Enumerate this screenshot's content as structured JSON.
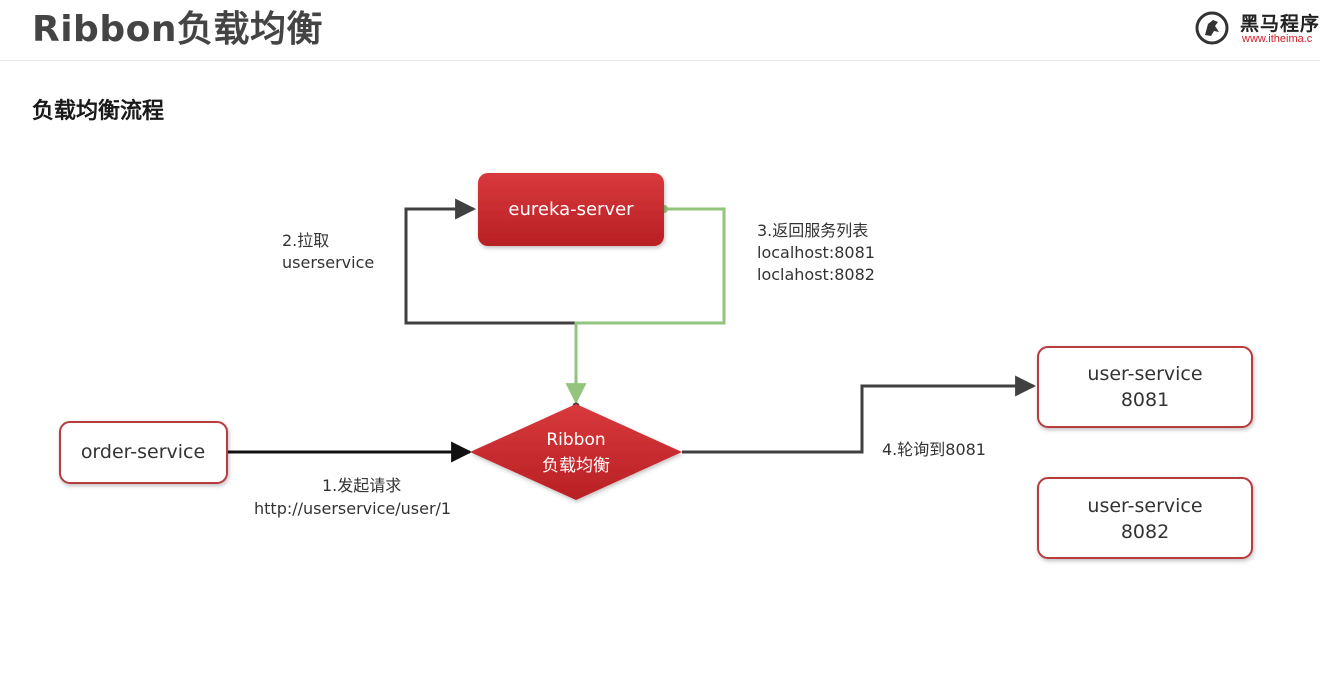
{
  "header": {
    "title": "Ribbon负载均衡",
    "logo": {
      "name": "黑马程序",
      "url": "www.itheima.c"
    }
  },
  "section": {
    "title": "负载均衡流程"
  },
  "diagram": {
    "nodes": {
      "eureka_server": "eureka-server",
      "order_service": "order-service",
      "ribbon": {
        "line1": "Ribbon",
        "line2": "负载均衡"
      },
      "user_service_1": {
        "line1": "user-service",
        "line2": "8081"
      },
      "user_service_2": {
        "line1": "user-service",
        "line2": "8082"
      }
    },
    "edges": {
      "step1": {
        "line1": "1.发起请求",
        "line2": "http://userservice/user/1"
      },
      "step2": {
        "line1": "2.拉取",
        "line2": "userservice"
      },
      "step3": {
        "line1": "3.返回服务列表",
        "line2": "localhost:8081",
        "line3": "loclahost:8082"
      },
      "step4": {
        "line1": "4.轮询到8081"
      }
    },
    "colors": {
      "server_red": "#c8282c",
      "box_border": "#b83a3c",
      "pull_arrow": "#404040",
      "return_arrow": "#93c47d"
    }
  }
}
